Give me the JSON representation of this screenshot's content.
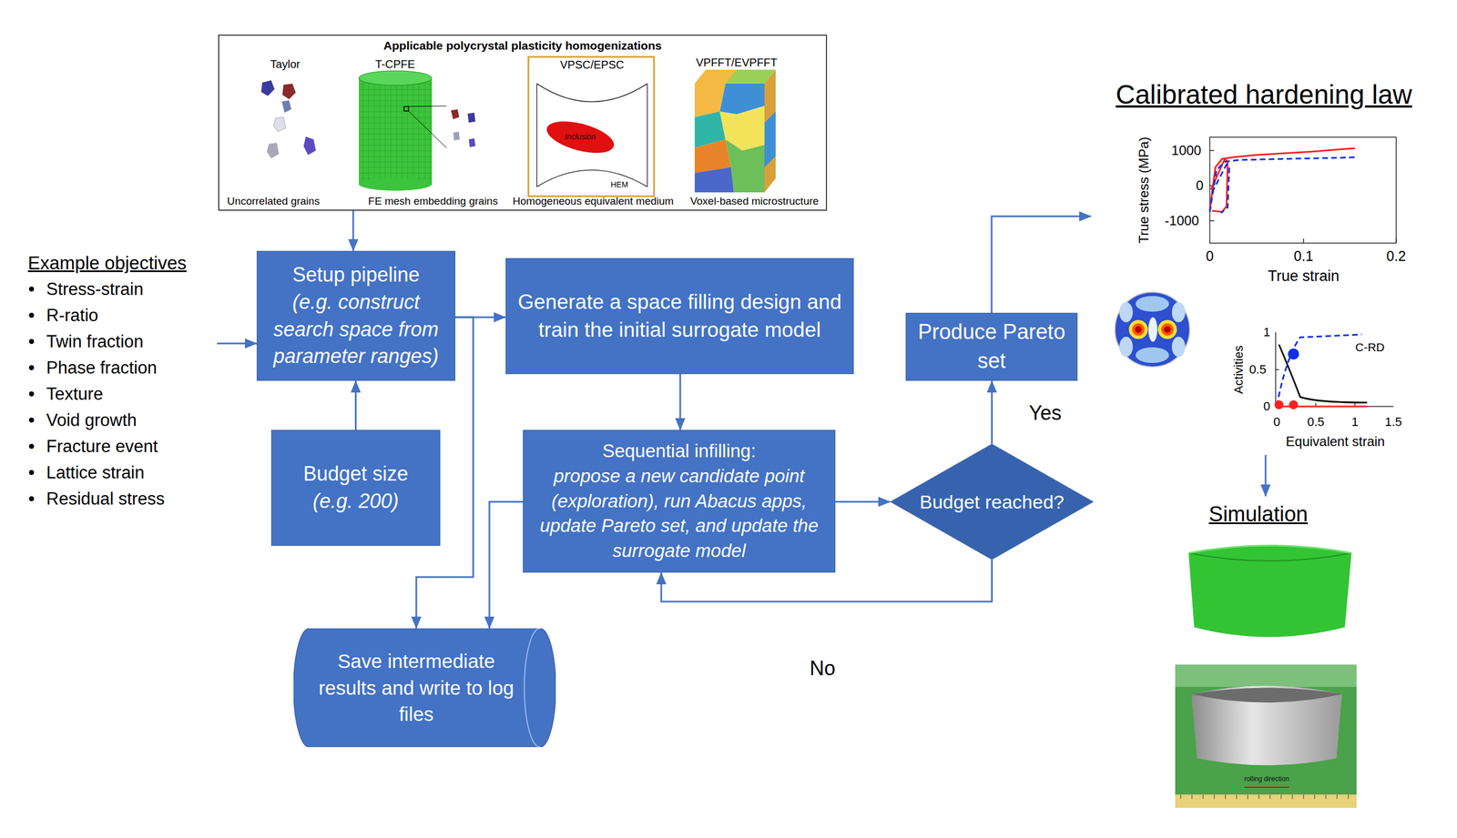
{
  "diagram": {
    "nodes": [
      {
        "text": [
          "Applicable polycrystal plasticity homogenizations"
        ]
      },
      {
        "text": [
          "Example objectives",
          "Stress-strain",
          "R-ratio",
          "Twin fraction",
          "Phase fraction",
          "Texture",
          "Void growth",
          "Fracture event",
          "Lattice strain",
          "Residual stress"
        ]
      },
      {
        "text": [
          "Setup pipeline",
          "(e.g. construct search space from parameter ranges)"
        ]
      },
      {
        "text": [
          "Budget size",
          "(e.g. 200)"
        ]
      },
      {
        "text": [
          "Generate a space filling design and train the initial surrogate model"
        ]
      },
      {
        "text": [
          "Sequential infilling:",
          "propose a new candidate point (exploration), run Abacus apps, update Pareto set, and update the surrogate model"
        ]
      },
      {
        "text": [
          "Budget reached?"
        ]
      },
      {
        "text": [
          "Produce Pareto set"
        ]
      },
      {
        "text": [
          "Save intermediate results and write to log files"
        ]
      },
      {
        "text": [
          "Calibrated hardening law"
        ]
      },
      {
        "text": [
          "Simulation"
        ]
      }
    ],
    "edges": [
      {
        "from": 0,
        "to": 2,
        "arrow": "to"
      },
      {
        "from": 1,
        "to": 2,
        "arrow": "to"
      },
      {
        "from": 3,
        "to": 2,
        "arrow": "to"
      },
      {
        "from": 2,
        "to": 4,
        "arrow": "to"
      },
      {
        "from": 4,
        "to": 5,
        "arrow": "to"
      },
      {
        "from": 5,
        "to": 6,
        "arrow": "to"
      },
      {
        "from": 6,
        "to": 7,
        "label": "Yes",
        "arrow": "to"
      },
      {
        "from": 6,
        "to": 5,
        "label": "No",
        "arrow": "to"
      },
      {
        "from": 7,
        "to": 9,
        "arrow": "to"
      },
      {
        "from": 2,
        "to": 8,
        "arrow": "to"
      },
      {
        "from": 5,
        "to": 8,
        "arrow": "to"
      },
      {
        "from": 9,
        "to": 10,
        "arrow": "to"
      }
    ],
    "labels": [
      "Taylor",
      "T-CPFE",
      "VPSC/EPSC",
      "VPFFT/EVPFFT",
      "Uncorrelated grains",
      "FE mesh embedding grains",
      "Homogeneous equivalent medium",
      "Voxel-based microstructure",
      "Inclusion",
      "HEM",
      "True stress (MPa)",
      "1000",
      "0",
      "-1000",
      "0",
      "0.1",
      "0.2",
      "True strain",
      "Activities",
      "1",
      "0.5",
      "0",
      "0",
      "0.5",
      "1",
      "1.5",
      "Equivalent strain",
      "C-RD",
      "rolling direction"
    ]
  }
}
